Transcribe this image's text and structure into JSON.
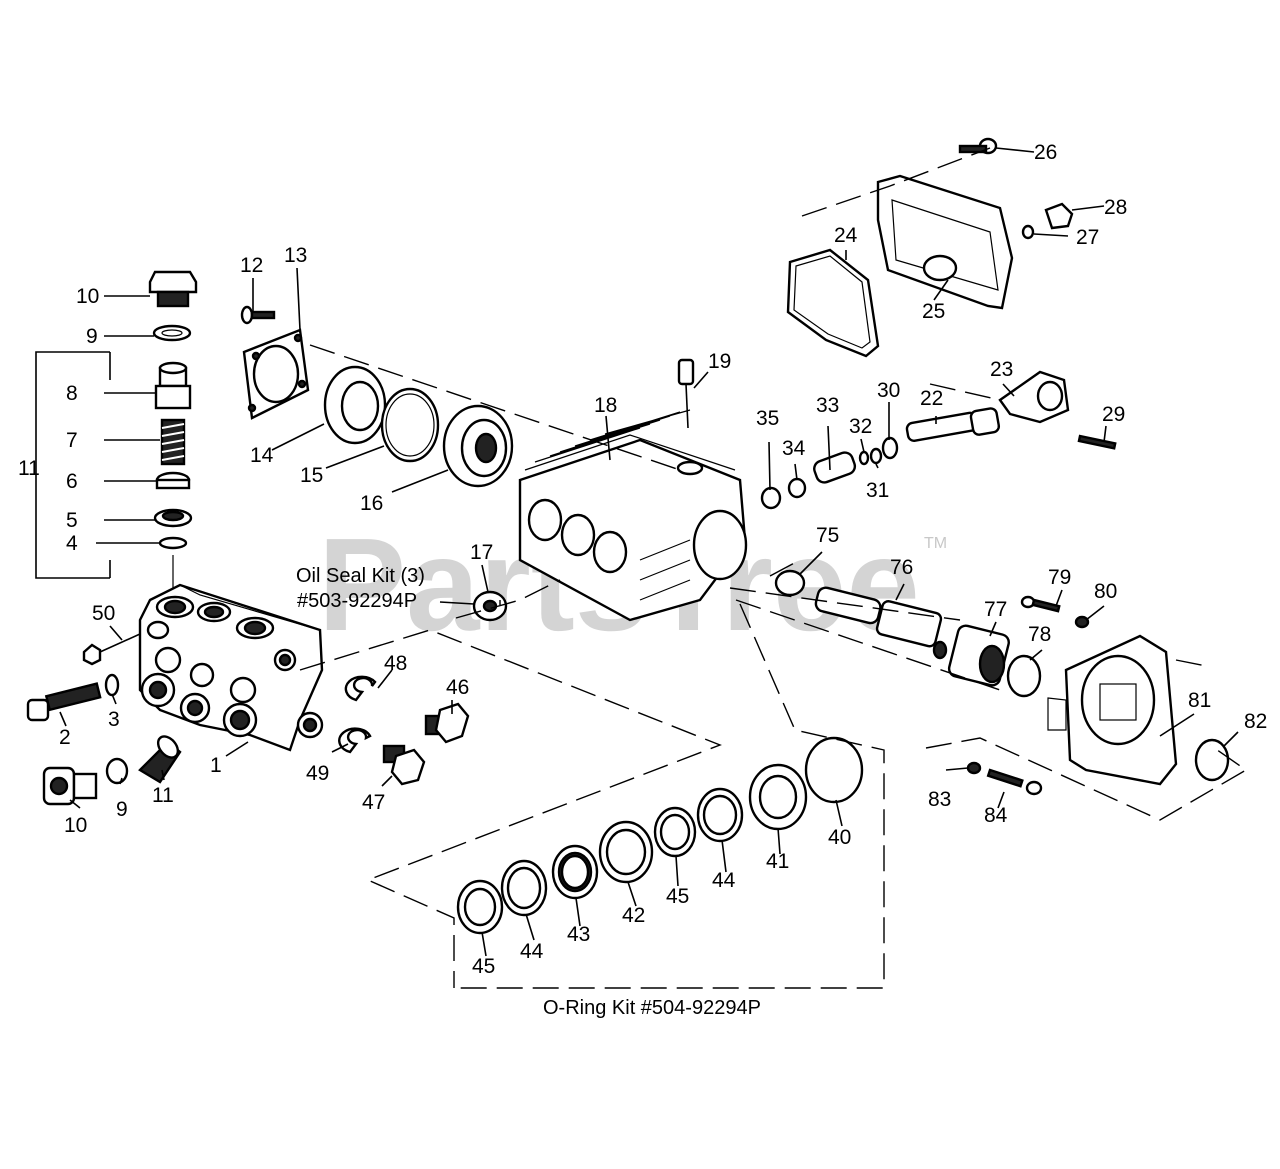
{
  "watermark": {
    "text": "PartsTree",
    "trademark": "TM"
  },
  "kits": {
    "oil_seal_line1": "Oil Seal Kit (3)",
    "oil_seal_line2": "#503-92294P",
    "o_ring": "O-Ring Kit #504-92294P"
  },
  "callouts": [
    "1",
    "2",
    "3",
    "4",
    "5",
    "6",
    "7",
    "8",
    "9",
    "10",
    "11",
    "12",
    "13",
    "14",
    "15",
    "16",
    "17",
    "18",
    "19",
    "22",
    "23",
    "24",
    "25",
    "26",
    "27",
    "28",
    "29",
    "30",
    "31",
    "32",
    "33",
    "34",
    "35",
    "40",
    "41",
    "42",
    "43",
    "44",
    "45",
    "46",
    "47",
    "48",
    "49",
    "50",
    "75",
    "76",
    "77",
    "78",
    "79",
    "80",
    "81",
    "82",
    "83",
    "84"
  ],
  "callout_list": [
    {
      "id": "10a",
      "text": "10"
    },
    {
      "id": "9a",
      "text": "9"
    },
    {
      "id": "8",
      "text": "8"
    },
    {
      "id": "7",
      "text": "7"
    },
    {
      "id": "6",
      "text": "6"
    },
    {
      "id": "5",
      "text": "5"
    },
    {
      "id": "4",
      "text": "4"
    },
    {
      "id": "11a",
      "text": "11"
    },
    {
      "id": "12",
      "text": "12"
    },
    {
      "id": "13",
      "text": "13"
    },
    {
      "id": "14",
      "text": "14"
    },
    {
      "id": "15",
      "text": "15"
    },
    {
      "id": "16",
      "text": "16"
    },
    {
      "id": "17",
      "text": "17"
    },
    {
      "id": "18",
      "text": "18"
    },
    {
      "id": "19",
      "text": "19"
    },
    {
      "id": "50",
      "text": "50"
    },
    {
      "id": "3",
      "text": "3"
    },
    {
      "id": "2",
      "text": "2"
    },
    {
      "id": "1",
      "text": "1"
    },
    {
      "id": "10b",
      "text": "10"
    },
    {
      "id": "9b",
      "text": "9"
    },
    {
      "id": "11b",
      "text": "11"
    },
    {
      "id": "48",
      "text": "48"
    },
    {
      "id": "46",
      "text": "46"
    },
    {
      "id": "49",
      "text": "49"
    },
    {
      "id": "47",
      "text": "47"
    },
    {
      "id": "24",
      "text": "24"
    },
    {
      "id": "25",
      "text": "25"
    },
    {
      "id": "26",
      "text": "26"
    },
    {
      "id": "27",
      "text": "27"
    },
    {
      "id": "28",
      "text": "28"
    },
    {
      "id": "23",
      "text": "23"
    },
    {
      "id": "29",
      "text": "29"
    },
    {
      "id": "22",
      "text": "22"
    },
    {
      "id": "30",
      "text": "30"
    },
    {
      "id": "31",
      "text": "31"
    },
    {
      "id": "32",
      "text": "32"
    },
    {
      "id": "33",
      "text": "33"
    },
    {
      "id": "34",
      "text": "34"
    },
    {
      "id": "35",
      "text": "35"
    },
    {
      "id": "75",
      "text": "75"
    },
    {
      "id": "76",
      "text": "76"
    },
    {
      "id": "77",
      "text": "77"
    },
    {
      "id": "78",
      "text": "78"
    },
    {
      "id": "79",
      "text": "79"
    },
    {
      "id": "80",
      "text": "80"
    },
    {
      "id": "81",
      "text": "81"
    },
    {
      "id": "82",
      "text": "82"
    },
    {
      "id": "83",
      "text": "83"
    },
    {
      "id": "84",
      "text": "84"
    },
    {
      "id": "40",
      "text": "40"
    },
    {
      "id": "41",
      "text": "41"
    },
    {
      "id": "44a",
      "text": "44"
    },
    {
      "id": "45a",
      "text": "45"
    },
    {
      "id": "42",
      "text": "42"
    },
    {
      "id": "43",
      "text": "43"
    },
    {
      "id": "44b",
      "text": "44"
    },
    {
      "id": "45b",
      "text": "45"
    }
  ]
}
